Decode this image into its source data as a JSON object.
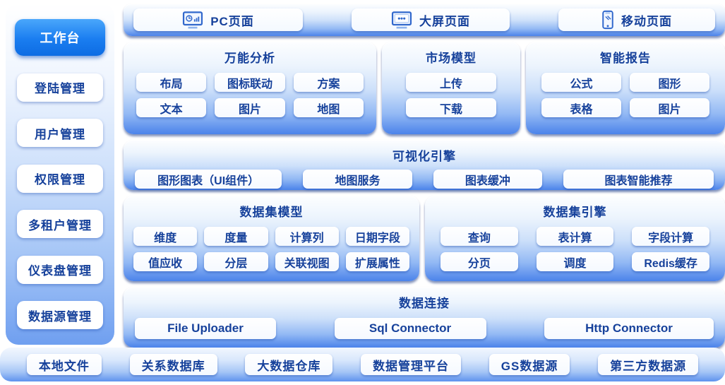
{
  "colors": {
    "accent_blue": "#1a7df0",
    "panel_gradient_bottom": "#4b83ea",
    "text_navy": "#16419b",
    "active_item_top": "#4aa7fb",
    "active_item_bottom": "#0d6ce3"
  },
  "sidebar": {
    "items": [
      {
        "label": "工作台",
        "active": true
      },
      {
        "label": "登陆管理",
        "active": false
      },
      {
        "label": "用户管理",
        "active": false
      },
      {
        "label": "权限管理",
        "active": false
      },
      {
        "label": "多租户管理",
        "active": false
      },
      {
        "label": "仪表盘管理",
        "active": false
      },
      {
        "label": "数据源管理",
        "active": false
      }
    ]
  },
  "page_layer": {
    "items": [
      {
        "label": "PC页面",
        "icon": "pc-monitor-chart-icon"
      },
      {
        "label": "大屏页面",
        "icon": "large-screen-icon"
      },
      {
        "label": "移动页面",
        "icon": "mobile-phone-icon"
      }
    ]
  },
  "panels": {
    "universal_analysis": {
      "title": "万能分析",
      "chips": [
        "布局",
        "图标联动",
        "方案",
        "文本",
        "图片",
        "地图"
      ]
    },
    "market_model": {
      "title": "市场模型",
      "chips": [
        "上传",
        "下载"
      ]
    },
    "smart_report": {
      "title": "智能报告",
      "chips": [
        "公式",
        "图形",
        "表格",
        "图片"
      ]
    },
    "visualization_engine": {
      "title": "可视化引擎",
      "chips": [
        "图形图表（UI组件）",
        "地图服务",
        "图表缓冲",
        "图表智能推荐"
      ]
    },
    "dataset_model": {
      "title": "数据集模型",
      "chips": [
        "维度",
        "度量",
        "计算列",
        "日期字段",
        "值应收",
        "分层",
        "关联视图",
        "扩展属性"
      ]
    },
    "dataset_engine": {
      "title": "数据集引擎",
      "chips": [
        "查询",
        "表计算",
        "字段计算",
        "分页",
        "调度",
        "Redis缓存"
      ]
    },
    "data_connection": {
      "title": "数据连接",
      "chips": [
        "File Uploader",
        "Sql Connector",
        "Http Connector"
      ]
    }
  },
  "data_source_layer": {
    "items": [
      "本地文件",
      "关系数据库",
      "大数据仓库",
      "数据管理平台",
      "GS数据源",
      "第三方数据源"
    ]
  }
}
